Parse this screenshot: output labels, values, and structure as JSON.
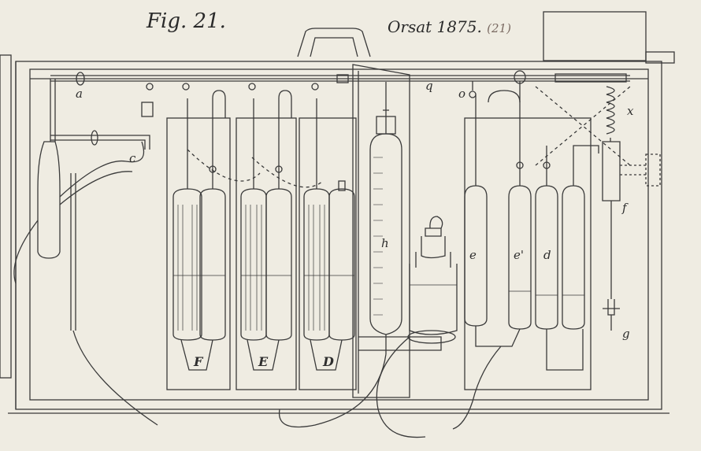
{
  "figure": {
    "title": "Fig. 21.",
    "source": "Orsat 1875.",
    "source_ref": "(21)"
  },
  "labels": {
    "a": "a",
    "c": "c",
    "q": "q",
    "o": "o",
    "x": "x",
    "f": "f",
    "g": "g",
    "h": "h",
    "e": "e",
    "e_prime": "e'",
    "d": "d",
    "F": "F",
    "E": "E",
    "D": "D"
  },
  "colors": {
    "paper": "#efece2",
    "ink": "#3a3a3a",
    "liquid": "#d9d6cc"
  }
}
